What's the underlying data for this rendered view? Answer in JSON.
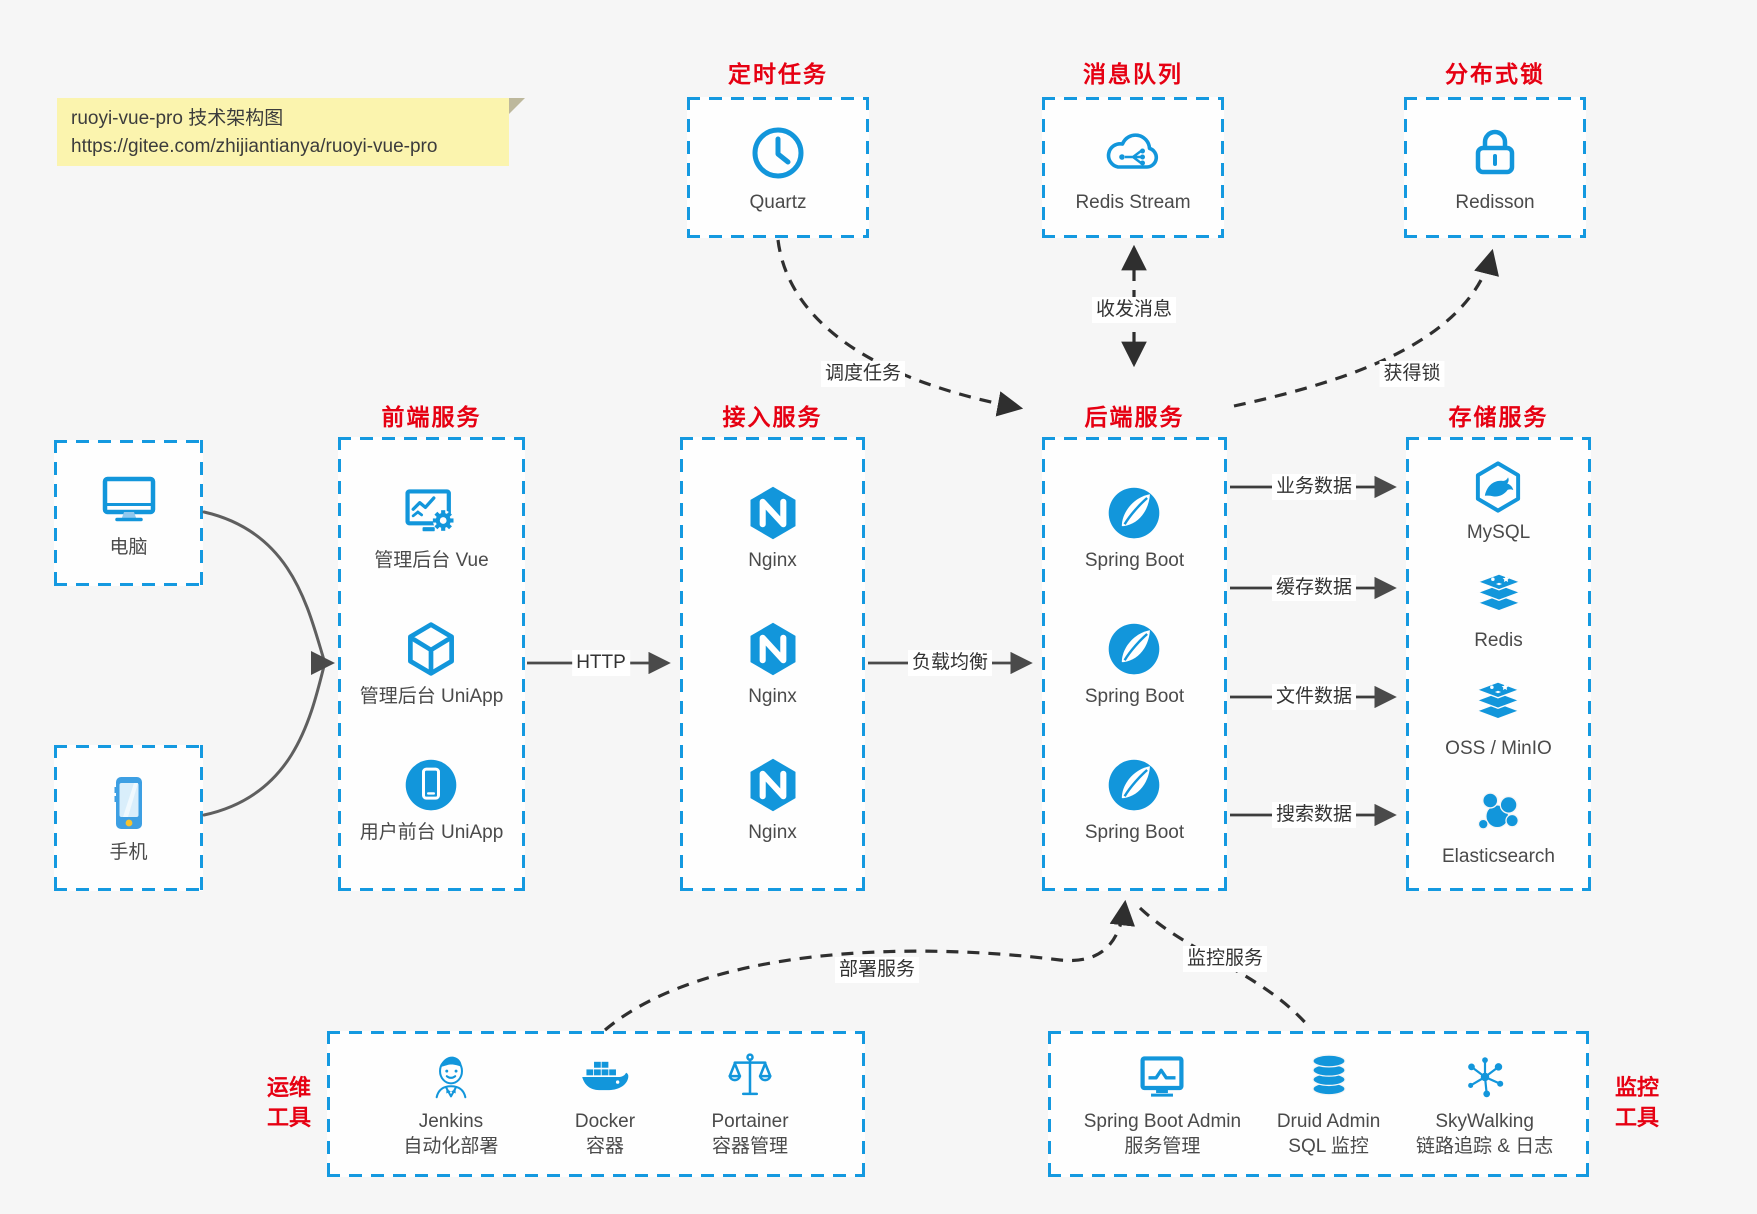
{
  "note": {
    "title": "ruoyi-vue-pro 技术架构图",
    "url": "https://gitee.com/zhijiantianya/ruoyi-vue-pro"
  },
  "colors": {
    "background": "#f6f6f6",
    "box_border": "#1499e0",
    "icon_blue": "#1296db",
    "title_red": "#e60012",
    "label_text": "#4a4a4a",
    "note_bg": "#fbf4ae",
    "solid_arrow": "#4a4a4a",
    "dashed_arrow": "#2f2f2f"
  },
  "groups": {
    "scheduler": {
      "title": "定时任务",
      "items": [
        {
          "label": "Quartz",
          "icon": "clock-icon"
        }
      ]
    },
    "message_queue": {
      "title": "消息队列",
      "items": [
        {
          "label": "Redis Stream",
          "icon": "cloud-stream-icon"
        }
      ]
    },
    "distributed_lock": {
      "title": "分布式锁",
      "items": [
        {
          "label": "Redisson",
          "icon": "lock-icon"
        }
      ]
    },
    "clients": {
      "items": [
        {
          "label": "电脑",
          "icon": "desktop-icon"
        },
        {
          "label": "手机",
          "icon": "smartphone-icon"
        }
      ]
    },
    "frontend": {
      "title": "前端服务",
      "items": [
        {
          "label": "管理后台 Vue",
          "icon": "admin-monitor-gear-icon"
        },
        {
          "label": "管理后台 UniApp",
          "icon": "uniapp-cube-icon"
        },
        {
          "label": "用户前台 UniApp",
          "icon": "mobile-app-icon"
        }
      ]
    },
    "gateway": {
      "title": "接入服务",
      "items": [
        {
          "label": "Nginx",
          "icon": "nginx-icon"
        },
        {
          "label": "Nginx",
          "icon": "nginx-icon"
        },
        {
          "label": "Nginx",
          "icon": "nginx-icon"
        }
      ]
    },
    "backend": {
      "title": "后端服务",
      "items": [
        {
          "label": "Spring Boot",
          "icon": "spring-boot-icon"
        },
        {
          "label": "Spring Boot",
          "icon": "spring-boot-icon"
        },
        {
          "label": "Spring Boot",
          "icon": "spring-boot-icon"
        }
      ]
    },
    "storage": {
      "title": "存储服务",
      "items": [
        {
          "label": "MySQL",
          "icon": "mysql-icon"
        },
        {
          "label": "Redis",
          "icon": "redis-stack-icon"
        },
        {
          "label": "OSS / MinIO",
          "icon": "oss-minio-stack-icon"
        },
        {
          "label": "Elasticsearch",
          "icon": "elasticsearch-icon"
        }
      ]
    },
    "devops": {
      "title_lines": [
        "运维",
        "工具"
      ],
      "items": [
        {
          "label": "Jenkins",
          "sublabel": "自动化部署",
          "icon": "jenkins-icon"
        },
        {
          "label": "Docker",
          "sublabel": "容器",
          "icon": "docker-icon"
        },
        {
          "label": "Portainer",
          "sublabel": "容器管理",
          "icon": "portainer-icon"
        }
      ]
    },
    "monitoring": {
      "title_lines": [
        "监控",
        "工具"
      ],
      "items": [
        {
          "label": "Spring Boot Admin",
          "sublabel": "服务管理",
          "icon": "spring-boot-admin-icon"
        },
        {
          "label": "Druid Admin",
          "sublabel": "SQL 监控",
          "icon": "druid-icon"
        },
        {
          "label": "SkyWalking",
          "sublabel": "链路追踪 & 日志",
          "icon": "skywalking-icon"
        }
      ]
    }
  },
  "edges": {
    "http": "HTTP",
    "load_balance": "负载均衡",
    "dispatch_task": "调度任务",
    "send_receive_msg": "收发消息",
    "acquire_lock": "获得锁",
    "business_data": "业务数据",
    "cache_data": "缓存数据",
    "file_data": "文件数据",
    "search_data": "搜索数据",
    "deploy_service": "部署服务",
    "monitor_service": "监控服务"
  }
}
